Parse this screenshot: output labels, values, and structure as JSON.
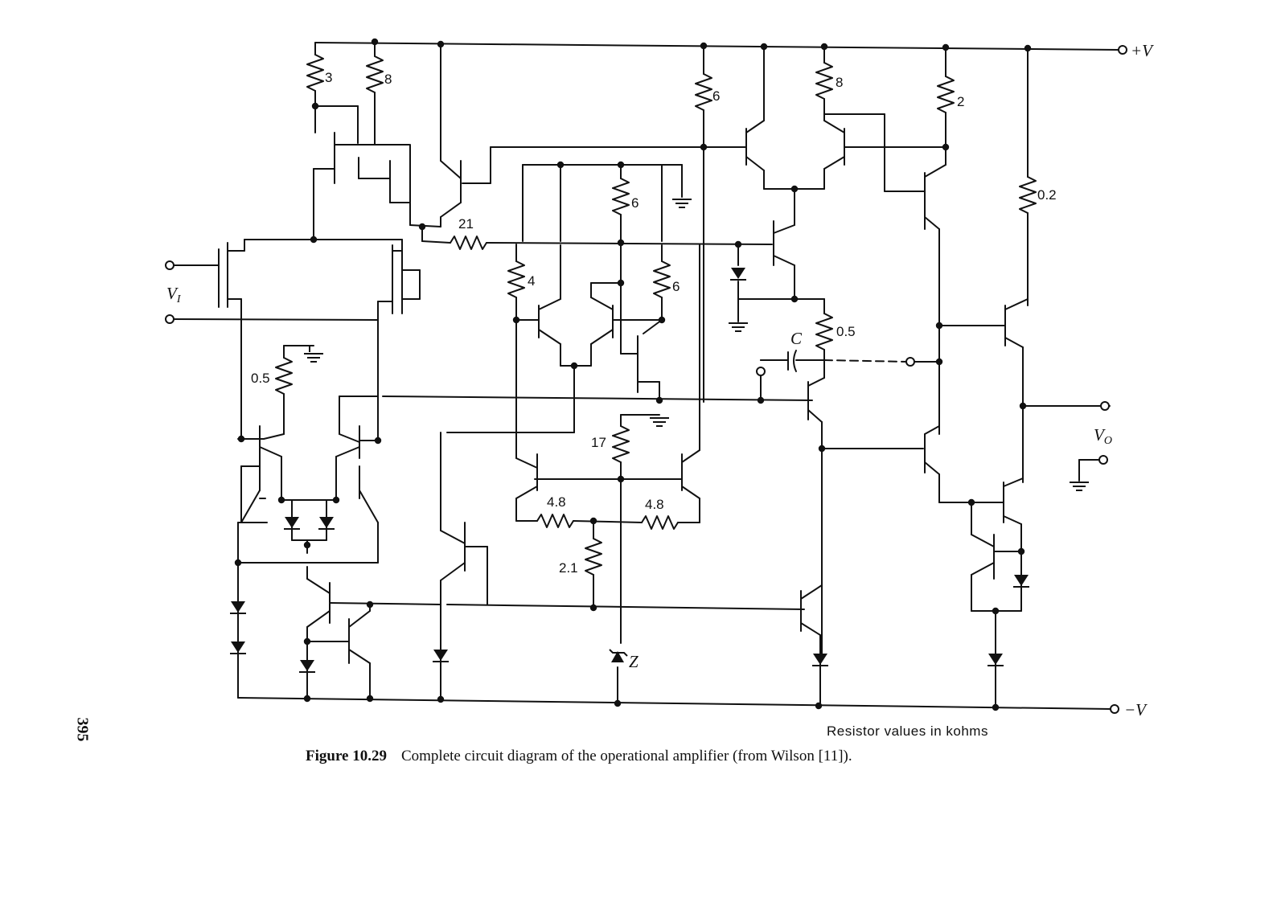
{
  "figure": {
    "number": "Figure 10.29",
    "caption": "Complete circuit diagram of the operational amplifier (from Wilson [11]).",
    "note": "Resistor values in kohms",
    "page_number": "395"
  },
  "terminals": {
    "positive_supply": "+V",
    "negative_supply": "−V",
    "input": "V",
    "input_sub": "I",
    "output": "V",
    "output_sub": "O"
  },
  "resistors": {
    "r1": "3",
    "r2": "8",
    "r3": "6",
    "r4": "8",
    "r5": "2",
    "r6": "0.2",
    "r7": "21",
    "r8": "6",
    "r9": "4",
    "r10": "6",
    "r11": "0.5",
    "r12": "0.5",
    "r13": "17",
    "r14": "4.8",
    "r15": "4.8",
    "r16": "2.1"
  },
  "components": {
    "capacitor": "C",
    "zener": "Z"
  },
  "colors": {
    "ink": "#111111",
    "paper": "#ffffff"
  }
}
